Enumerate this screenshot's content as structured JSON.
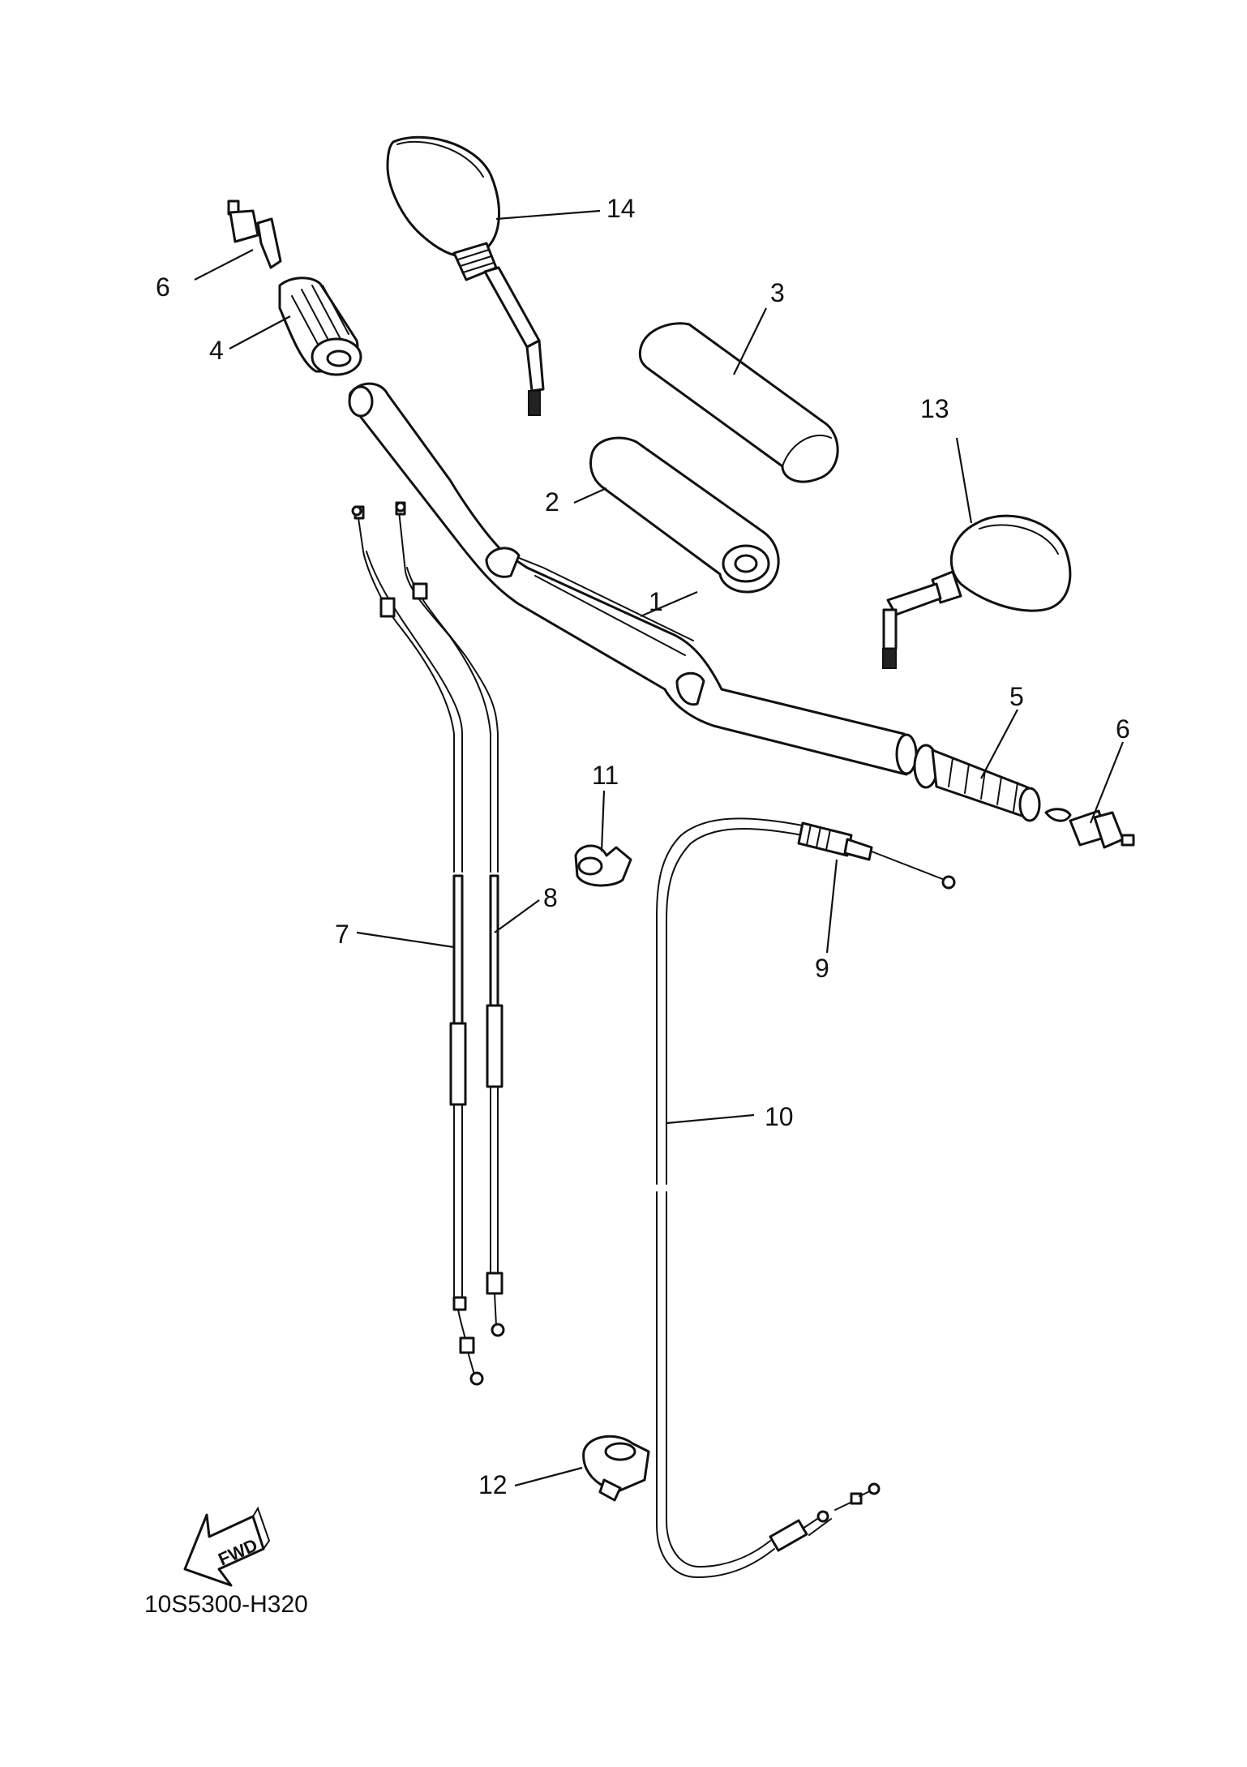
{
  "diagram": {
    "code": "10S5300-H320",
    "direction_label": "FWD",
    "callouts": [
      "1",
      "2",
      "3",
      "4",
      "5",
      "6",
      "6",
      "7",
      "8",
      "9",
      "10",
      "11",
      "12",
      "13",
      "14"
    ]
  }
}
